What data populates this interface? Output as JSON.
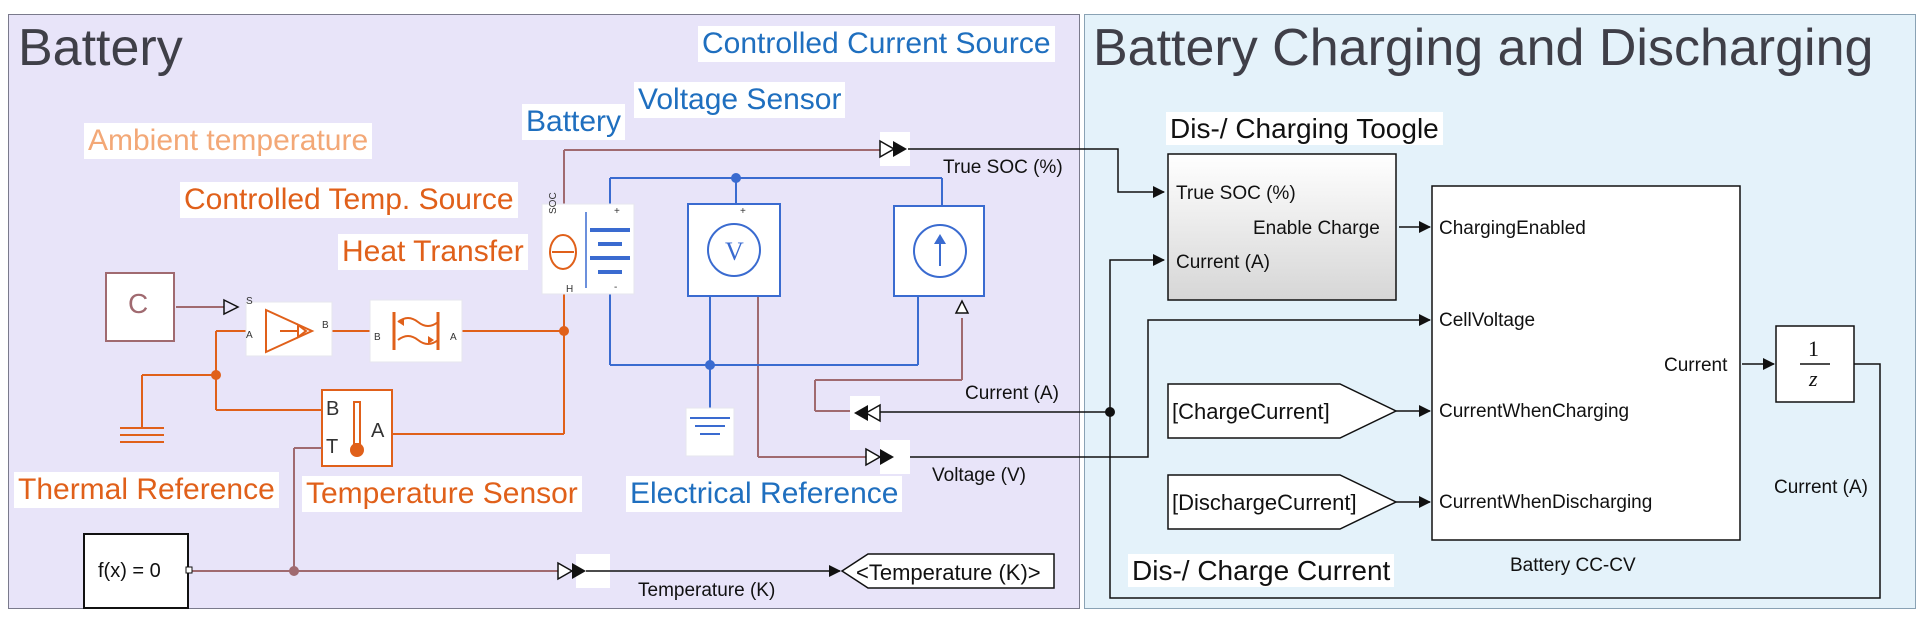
{
  "battery_area": {
    "title": "Battery",
    "labels": {
      "controlled_current_source": "Controlled Current Source",
      "voltage_sensor": "Voltage Sensor",
      "battery": "Battery",
      "ambient_temperature": "Ambient temperature",
      "controlled_temp_source": "Controlled Temp. Source",
      "heat_transfer": "Heat Transfer",
      "thermal_reference": "Thermal Reference",
      "temperature_sensor": "Temperature Sensor",
      "electrical_reference": "Electrical Reference"
    },
    "blocks": {
      "ambient_const": "C",
      "solver": "f(x) = 0",
      "temp_from": "<Temperature (K)>",
      "voltmeter": "V",
      "sensor_b": "B",
      "sensor_t": "T",
      "sensor_a": "A",
      "soc_port": "SOC",
      "h_port": "H",
      "plus": "+",
      "minus": "-",
      "port_s": "S",
      "port_a": "A",
      "port_b": "B"
    },
    "signals": {
      "true_soc": "True SOC (%)",
      "current": "Current (A)",
      "voltage": "Voltage (V)",
      "temperature": "Temperature (K)"
    }
  },
  "charging_area": {
    "title": "Battery Charging and Discharging",
    "labels": {
      "toggle": "Dis-/ Charging Toogle",
      "charge_current": "Dis-/ Charge Current"
    },
    "toggle_block": {
      "inputs": [
        "True SOC (%)",
        "Current (A)"
      ],
      "output": "Enable Charge"
    },
    "cccv_block": {
      "name": "Battery CC-CV",
      "inputs": [
        "ChargingEnabled",
        "CellVoltage",
        "CurrentWhenCharging",
        "CurrentWhenDischarging"
      ],
      "output": "Current"
    },
    "from_blocks": [
      "[ChargeCurrent]",
      "[DischargeCurrent]"
    ],
    "delay": {
      "num": "1",
      "den": "z"
    },
    "feedback_signal": "Current (A)"
  },
  "colors": {
    "thermal": "#e0601a",
    "electrical": "#3a6bd0",
    "physical_signal": "#a06a70",
    "signal": "#111111",
    "battery_bg": "#e8e4f9",
    "charging_bg": "#e4f2fa"
  }
}
